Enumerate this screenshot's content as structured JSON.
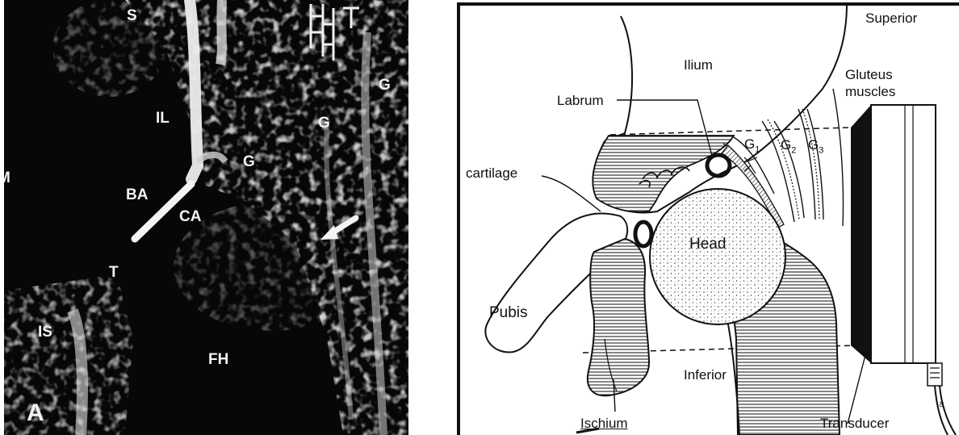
{
  "ultrasound": {
    "panel_letter": "A",
    "labels": {
      "s": "S",
      "il": "IL",
      "g1": "G",
      "g2": "G",
      "g3": "G",
      "ba": "BA",
      "ca": "CA",
      "t": "T",
      "is": "IS",
      "fh": "FH",
      "m": "M"
    }
  },
  "diagram": {
    "labels": {
      "superior": "Superior",
      "ilium": "Ilium",
      "gluteus_line1": "Gluteus",
      "gluteus_line2": "muscles",
      "labrum": "Labrum",
      "g_letter": "G",
      "g1_sub": "1",
      "g2_sub": "2",
      "g3_sub": "3",
      "cartilage": "cartilage",
      "head": "Head",
      "pubis": "Pubis",
      "inferior": "Inferior",
      "ischium": "Ischium",
      "transducer": "Transducer"
    }
  }
}
